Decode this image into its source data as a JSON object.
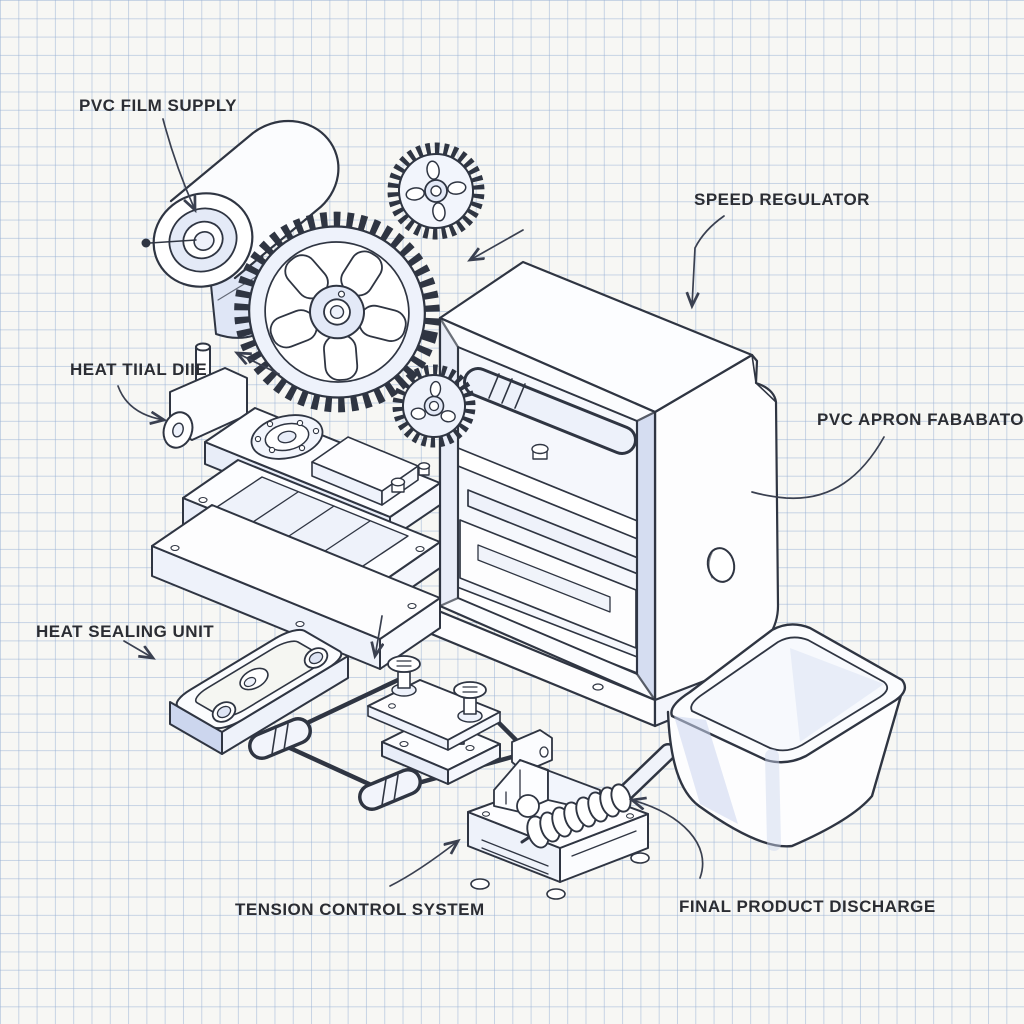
{
  "diagram": {
    "labels": {
      "pvc_film_supply": "PVC FILM SUPPLY",
      "speed_regulator": "SPEED REGULATOR",
      "heat_tiial_diie": "HEAT TIIAL DIIE",
      "pvc_apron_fababator": "PVC APRON FABABATOR",
      "heat_sealing_unit": "HEAT SEALING UNIT",
      "tension_control_system": "TENSION CONTROL SYSTEM",
      "final_product_discharge": "FINAL PRODUCT DISCHARGE"
    },
    "components": [
      "film supply roll",
      "large drive gear",
      "small gear upper",
      "small gear middle",
      "main machine housing",
      "heat die plate stack",
      "heat sealing tray",
      "tension control linkage",
      "coil feeder unit",
      "product discharge bin"
    ],
    "colors": {
      "ink": "#2f3542",
      "shade": "#ccd6ee",
      "shade_light": "#e4eaf7",
      "paper": "#f7f7f4",
      "grid": "#97b0d4",
      "text": "#2b2d33"
    },
    "style": "isometric pencil sketch on graph paper"
  }
}
